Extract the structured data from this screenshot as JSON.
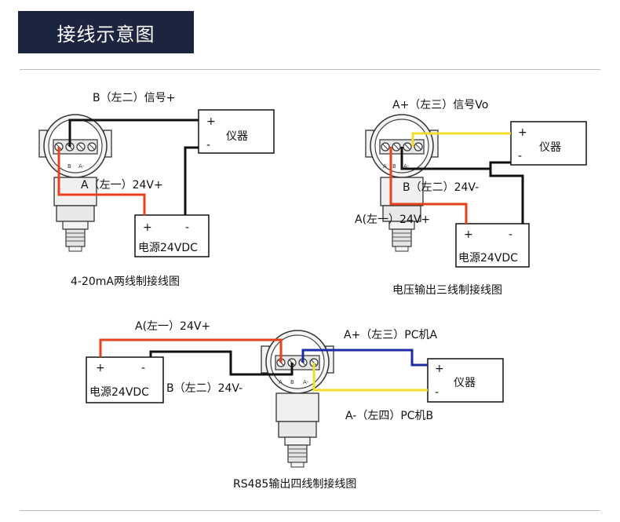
{
  "header": {
    "title": "接线示意图"
  },
  "colors": {
    "banner": "#1c2540",
    "red": "#e8401c",
    "black": "#111111",
    "yellow": "#f2dd2a",
    "blue": "#1f2aa5"
  },
  "diagram1": {
    "label_b": "B（左二）信号+",
    "label_a": "A（左一）24V+",
    "instrument": {
      "plus": "+",
      "minus": "-",
      "name": "仪器"
    },
    "power": {
      "plus": "+",
      "minus": "-",
      "name": "电源24VDC"
    },
    "caption": "4-20mA两线制接线图"
  },
  "diagram2": {
    "label_aplus": "A+（左三）信号Vo",
    "label_b": "B（左二）24V-",
    "label_a": "A(左一）24V+",
    "instrument": {
      "plus": "+",
      "minus": "-",
      "name": "仪器"
    },
    "power": {
      "plus": "+",
      "minus": "-",
      "name": "电源24VDC"
    },
    "caption": "电压输出三线制接线图"
  },
  "diagram3": {
    "label_a": "A(左一）24V+",
    "label_b": "B（左二）24V-",
    "label_aplus": "A+（左三）PC机A",
    "label_aminus": "A-（左四）PC机B",
    "instrument": {
      "plus": "+",
      "minus": "-",
      "name": "仪器"
    },
    "power": {
      "plus": "+",
      "minus": "-",
      "name": "电源24VDC"
    },
    "caption": "RS485输出四线制接线图"
  }
}
